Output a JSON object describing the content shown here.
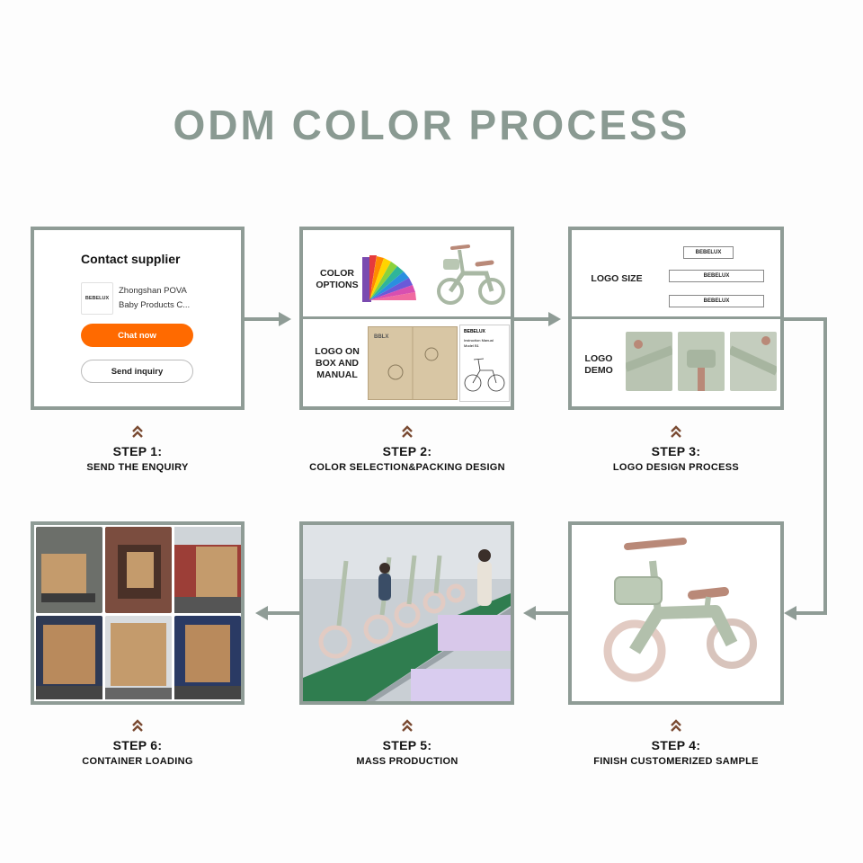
{
  "title": "ODM COLOR PROCESS",
  "colors": {
    "accent": "#8a9a92",
    "border": "#8f9c96",
    "chat": "#ff6a00",
    "bike": "#a9b8a4"
  },
  "step1_card": {
    "heading": "Contact supplier",
    "brand": "BEBELUX",
    "company_line1": "Zhongshan POVA",
    "company_line2": "Baby Products C...",
    "chat_label": "Chat now",
    "inquiry_label": "Send inquiry"
  },
  "step2_card": {
    "top_label": "COLOR\nOPTIONS",
    "bottom_label": "LOGO ON\nBOX AND\nMANUAL",
    "manual_brand": "BEBELUX",
    "manual_title": "Instruction Manual",
    "manual_model": "Model B1",
    "box_text": "BBLX"
  },
  "step3_card": {
    "top_label": "LOGO SIZE",
    "bottom_label": "LOGO\nDEMO",
    "brand": "BEBELUX"
  },
  "steps": [
    {
      "number": "STEP 1:",
      "name": "SEND THE ENQUIRY"
    },
    {
      "number": "STEP 2:",
      "name": "COLOR SELECTION&PACKING DESIGN"
    },
    {
      "number": "STEP 3:",
      "name": "LOGO DESIGN PROCESS"
    },
    {
      "number": "STEP 4:",
      "name": "FINISH CUSTOMERIZED SAMPLE"
    },
    {
      "number": "STEP 5:",
      "name": "MASS PRODUCTION"
    },
    {
      "number": "STEP 6:",
      "name": "CONTAINER LOADING"
    }
  ],
  "icons": [
    "chevron-up-double-icon",
    "arrow-right-icon",
    "arrow-left-icon",
    "arrow-down-icon"
  ]
}
